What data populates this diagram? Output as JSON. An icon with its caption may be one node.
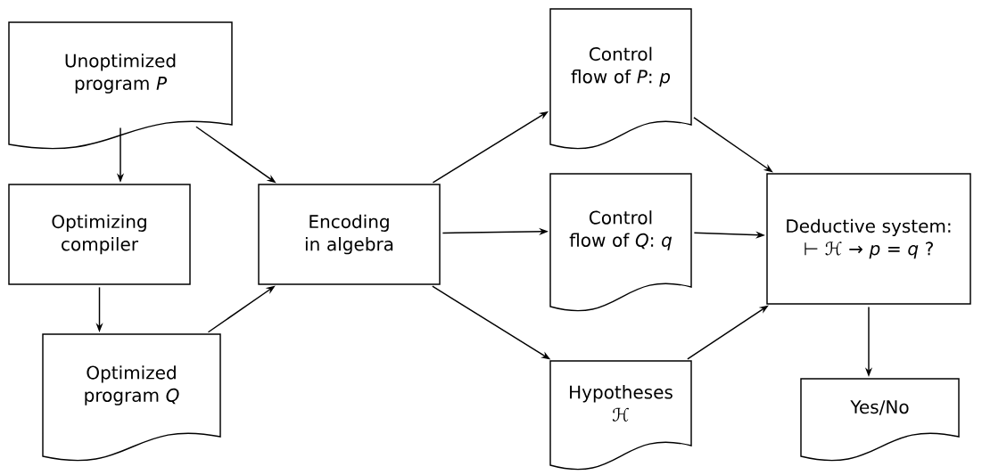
{
  "diagram": {
    "nodes": [
      {
        "text": [
          "Unoptimized program *P*"
        ]
      },
      {
        "text": [
          "Optimizing compiler"
        ]
      },
      {
        "text": [
          "Optimized program *Q*"
        ]
      },
      {
        "text": [
          "Encoding in algebra"
        ]
      },
      {
        "text": [
          "Control flow of *P*: *p*"
        ]
      },
      {
        "text": [
          "Control flow of *Q*: *q*"
        ]
      },
      {
        "text": [
          "Hypotheses ℋ"
        ]
      },
      {
        "text": [
          "Deductive system: ⊢ ℋ → *p* = *q* ?"
        ]
      },
      {
        "text": [
          "Yes/No"
        ]
      }
    ],
    "edges": [
      {
        "from": 0,
        "to": 1,
        "arrow": "to"
      },
      {
        "from": 0,
        "to": 3,
        "arrow": "to"
      },
      {
        "from": 1,
        "to": 2,
        "arrow": "to"
      },
      {
        "from": 2,
        "to": 3,
        "arrow": "to"
      },
      {
        "from": 3,
        "to": 4,
        "arrow": "to"
      },
      {
        "from": 3,
        "to": 5,
        "arrow": "to"
      },
      {
        "from": 3,
        "to": 6,
        "arrow": "to"
      },
      {
        "from": 4,
        "to": 7,
        "arrow": "to"
      },
      {
        "from": 5,
        "to": 7,
        "arrow": "to"
      },
      {
        "from": 6,
        "to": 7,
        "arrow": "to"
      },
      {
        "from": 7,
        "to": 8,
        "arrow": "to"
      }
    ]
  }
}
